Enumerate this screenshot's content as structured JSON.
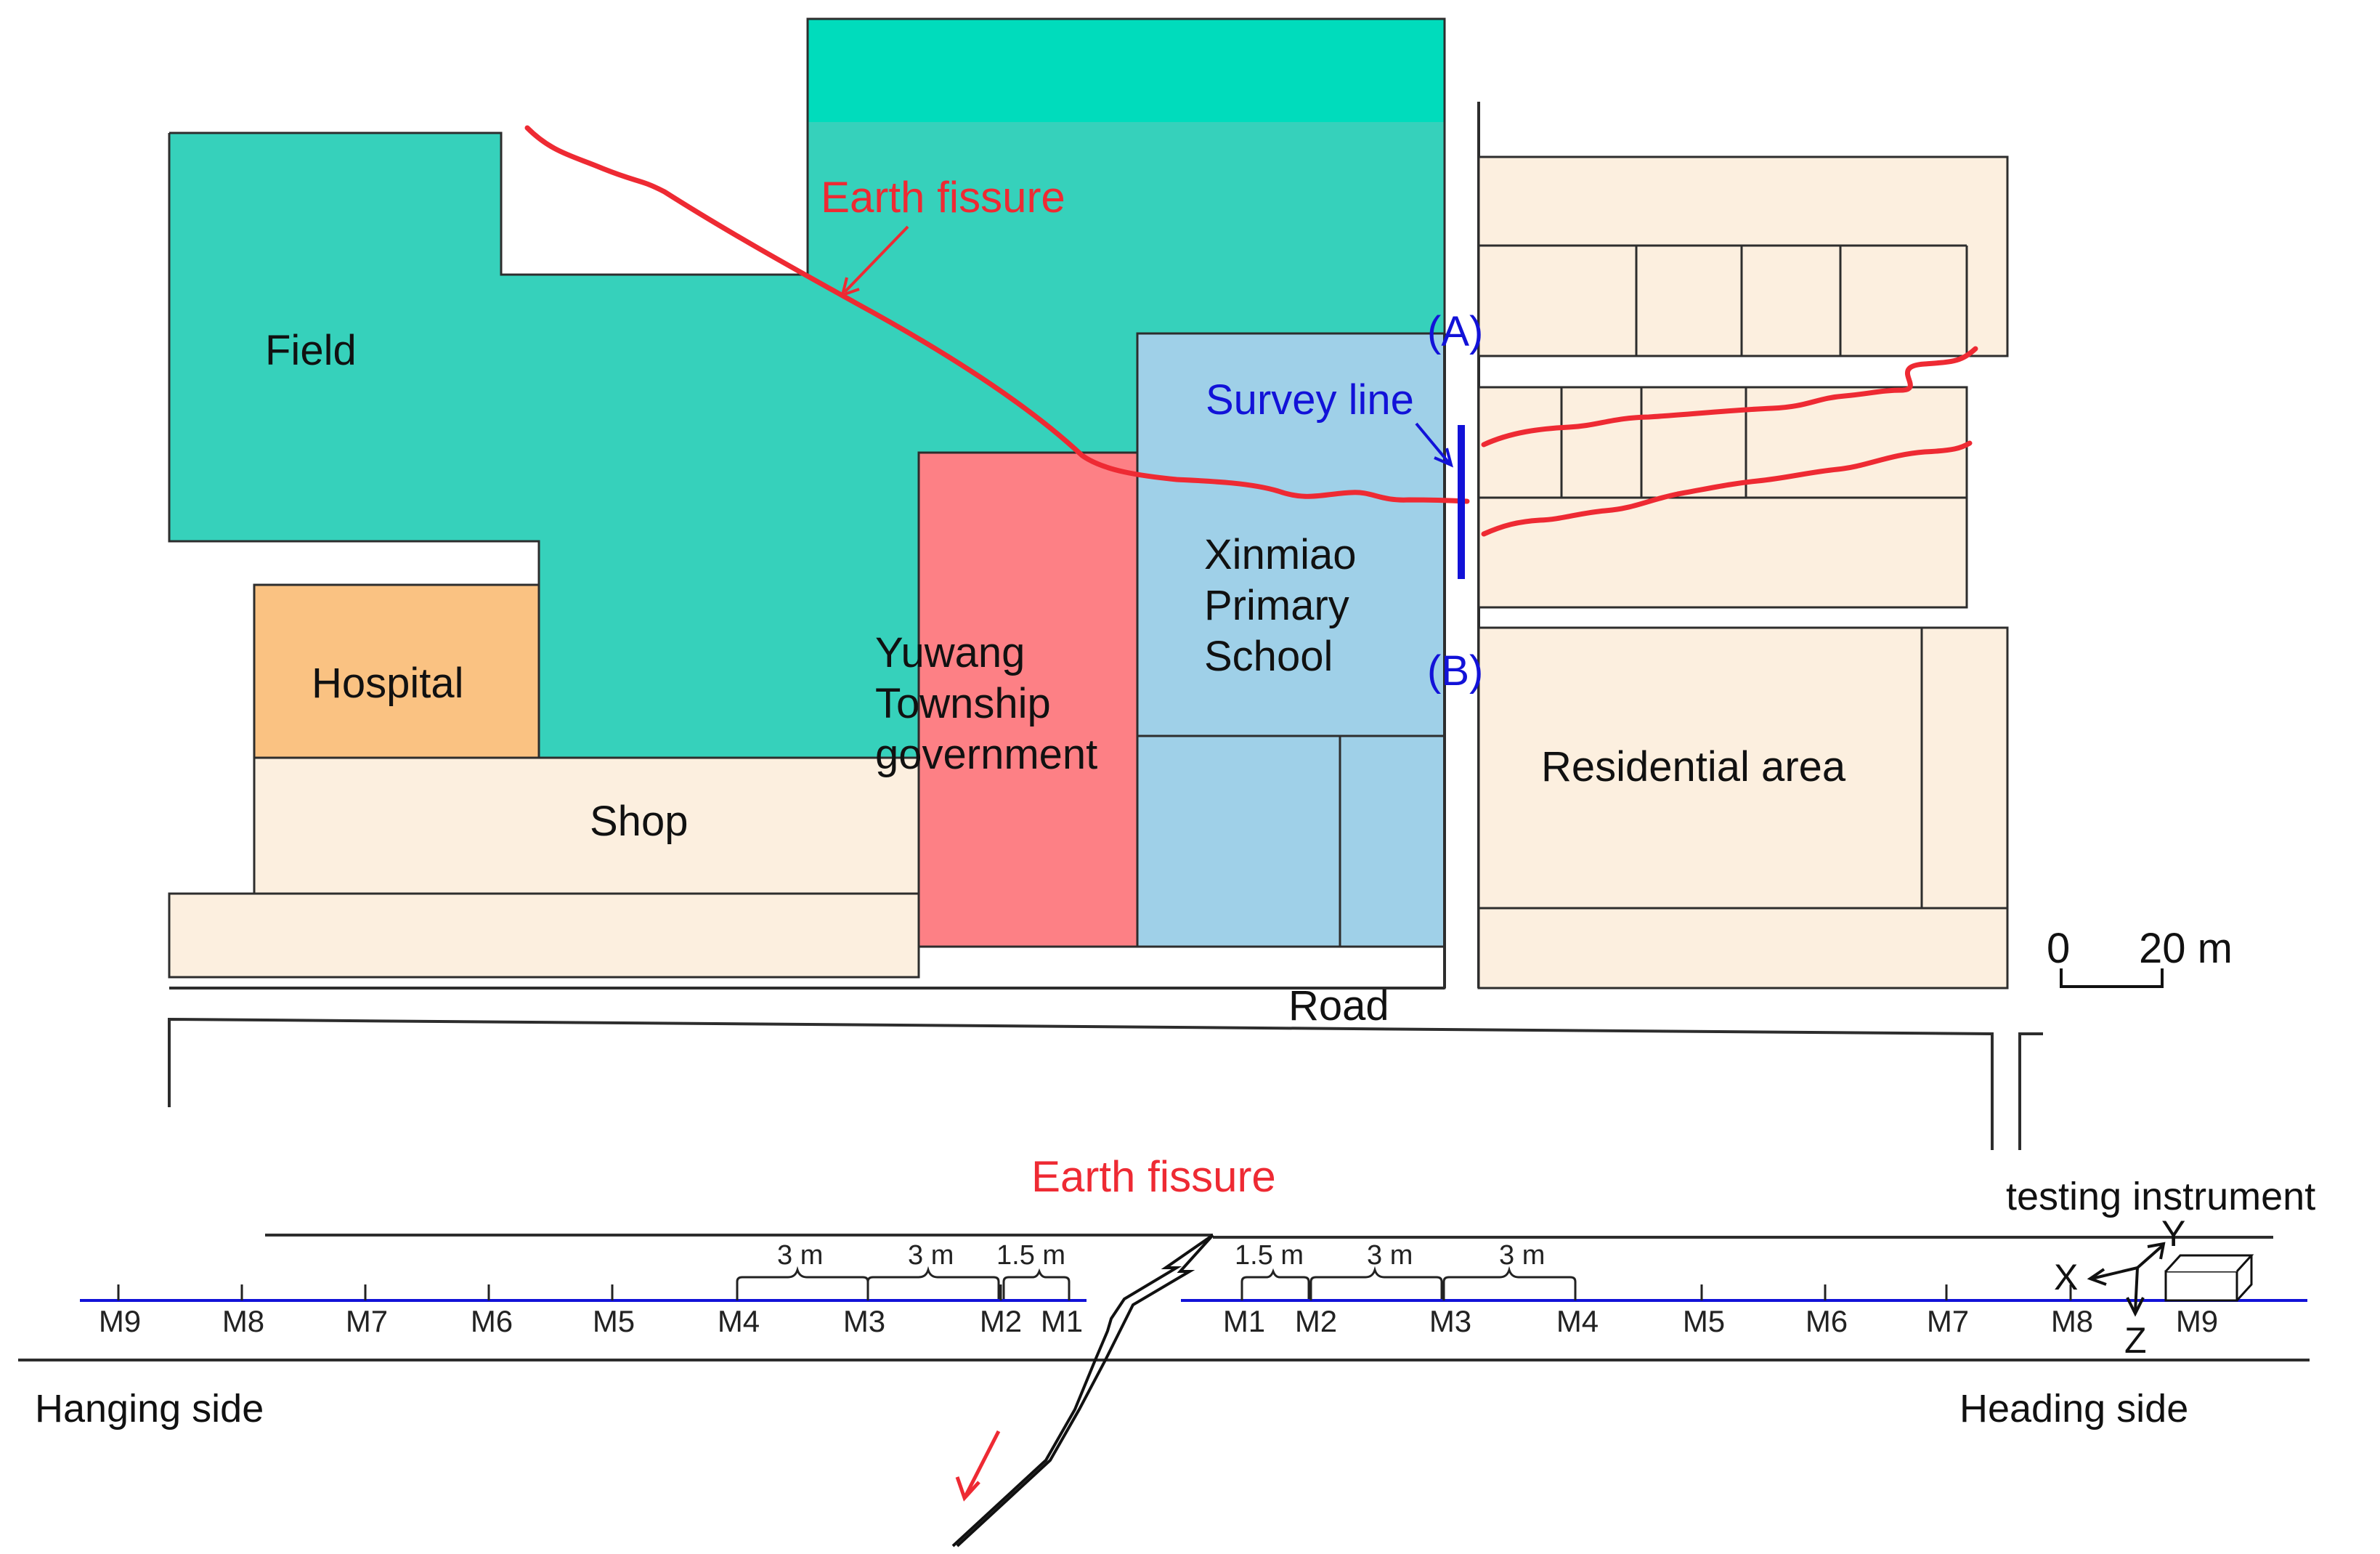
{
  "map": {
    "areas": {
      "field": "Field",
      "hospital": "Hospital",
      "shop": "Shop",
      "government": [
        "Yuwang",
        "Township",
        "government"
      ],
      "school": [
        "Xinmiao",
        "Primary",
        "School"
      ],
      "residential": "Residential area"
    },
    "labels": {
      "earth_fissure": "Earth fissure",
      "survey_line": "Survey line",
      "point_a": "(A)",
      "point_b": "(B)",
      "road": "Road"
    },
    "scale_bar": {
      "start": "0",
      "end": "20 m"
    },
    "colors": {
      "field": "#36d1bb",
      "field_top": "#00dcbc",
      "hospital": "#fac282",
      "shop": "#fcefdf",
      "government": "#fd8085",
      "school": "#9fd0e8",
      "residential": "#fcefdf",
      "fissure": "#ee2a33",
      "survey_line": "#1212d8"
    }
  },
  "profile": {
    "fissure_label": "Earth fissure",
    "instrument_label": "testing instrument",
    "hanging_side": "Hanging side",
    "heading_side": "Heading side",
    "spacing_left": [
      "3 m",
      "3 m",
      "1.5 m"
    ],
    "spacing_right": [
      "1.5 m",
      "3 m",
      "3 m"
    ],
    "stations_left": [
      "M9",
      "M8",
      "M7",
      "M6",
      "M5",
      "M4",
      "M3",
      "M2",
      "M1"
    ],
    "stations_right": [
      "M1",
      "M2",
      "M3",
      "M4",
      "M5",
      "M6",
      "M7",
      "M8",
      "M9"
    ],
    "axes": {
      "x": "X",
      "y": "Y",
      "z": "Z"
    }
  }
}
